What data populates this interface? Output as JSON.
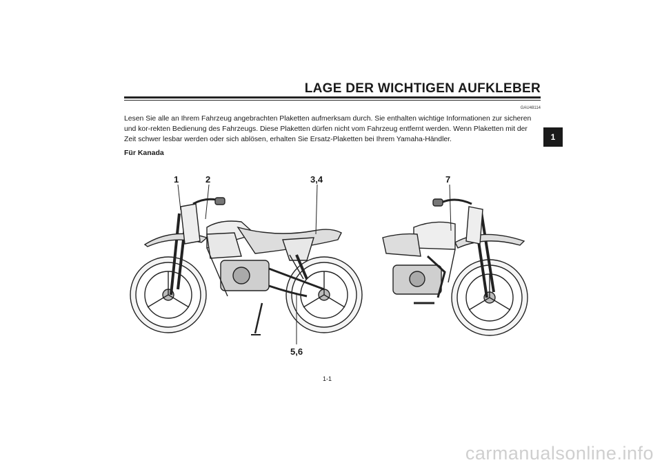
{
  "page": {
    "title": "LAGE DER WICHTIGEN AUFKLEBER",
    "code": "GAU48114",
    "intro": "Lesen Sie alle an Ihrem Fahrzeug angebrachten Plaketten aufmerksam durch. Sie enthalten wichtige Informationen zur sicheren und kor-rekten Bedienung des Fahrzeugs. Diese Plaketten dürfen nicht vom Fahrzeug entfernt werden. Wenn Plaketten mit der Zeit schwer lesbar werden oder sich ablösen, erhalten Sie Ersatz-Plaketten bei Ihrem Yamaha-Händler.",
    "subheading": "Für Kanada",
    "chapter_tab": "1",
    "page_number": "1-1",
    "watermark": "carmanualsonline.info"
  },
  "callouts": [
    "1",
    "2",
    "3,4",
    "7",
    "5,6"
  ],
  "icons": {
    "left_illustration": "motorcycle-left-side-icon",
    "right_illustration": "motorcycle-right-side-icon"
  }
}
